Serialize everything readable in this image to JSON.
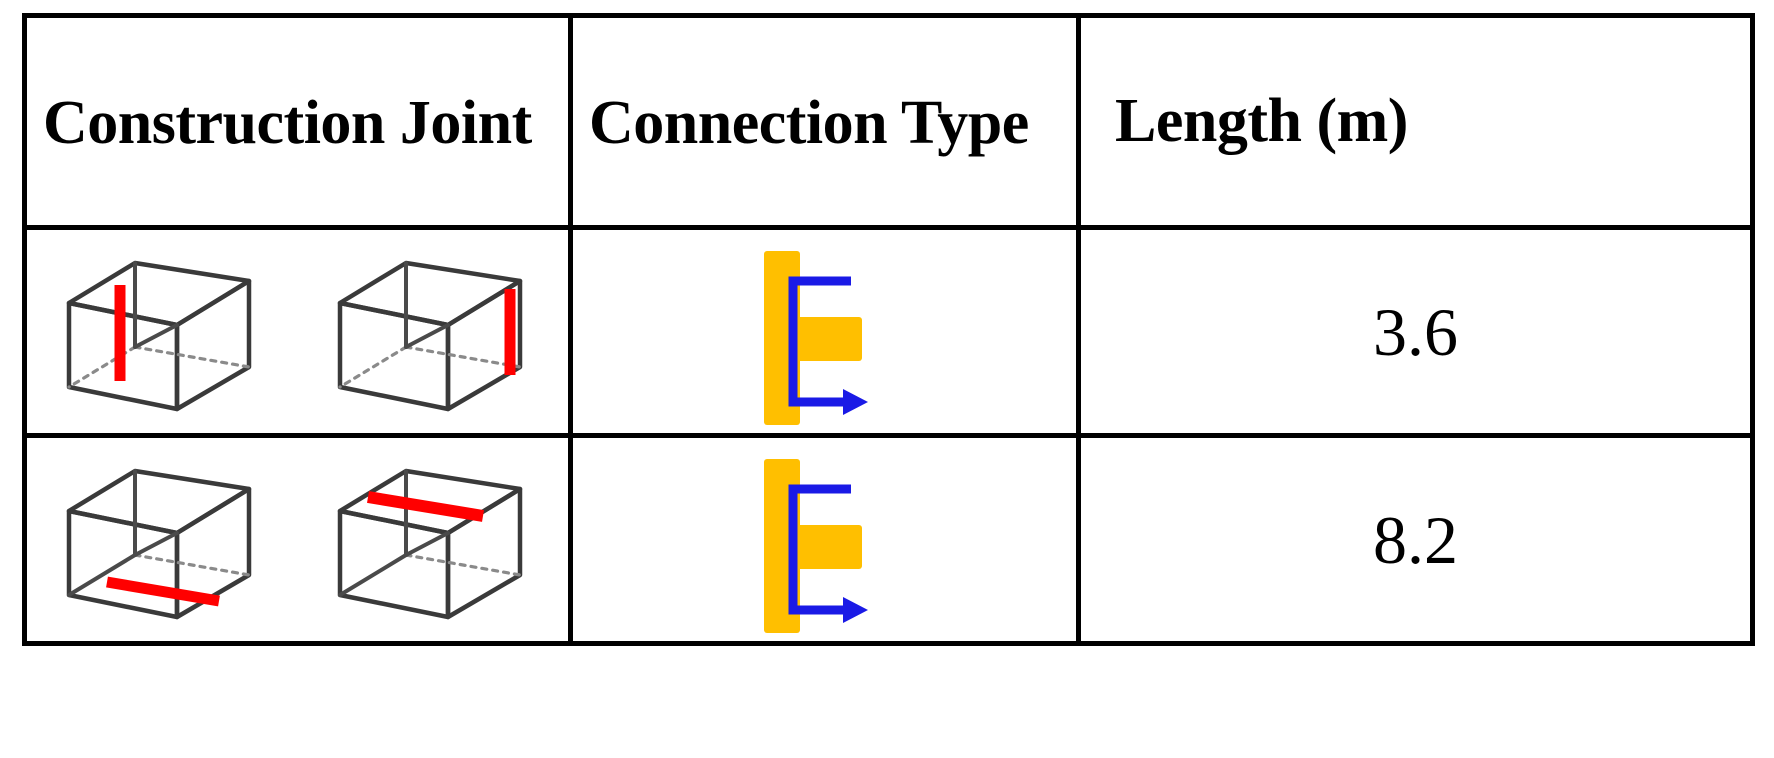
{
  "table": {
    "headers": [
      {
        "id": "construction-joint",
        "label": "Construction Joint"
      },
      {
        "id": "connection-type",
        "label": "Connection Type"
      },
      {
        "id": "length-m",
        "label": "Length (m)"
      }
    ],
    "rows": [
      {
        "id": "row-1",
        "joint": {
          "figure_left": {
            "icon": "wireframe-box-with-red-vertical-edge-left",
            "marker_orientation": "vertical",
            "marker_position": "front-left-vertical-edge",
            "marker_color": "#FF0000"
          },
          "figure_right": {
            "icon": "wireframe-box-with-red-vertical-edge-right",
            "marker_orientation": "vertical",
            "marker_position": "front-right-vertical-edge",
            "marker_color": "#FF0000"
          }
        },
        "connection": {
          "icon": "bracket-connection-symbol",
          "plate_color": "#FFBF00",
          "line_color": "#1A1AE6",
          "arrow": "right-arrow-bottom"
        },
        "length": "3.6"
      },
      {
        "id": "row-2",
        "joint": {
          "figure_left": {
            "icon": "wireframe-box-with-red-horizontal-edge-bottom",
            "marker_orientation": "horizontal",
            "marker_position": "bottom-face-diagonal",
            "marker_color": "#FF0000"
          },
          "figure_right": {
            "icon": "wireframe-box-with-red-horizontal-edge-top",
            "marker_orientation": "horizontal",
            "marker_position": "top-face-diagonal",
            "marker_color": "#FF0000"
          }
        },
        "connection": {
          "icon": "bracket-connection-symbol",
          "plate_color": "#FFBF00",
          "line_color": "#1A1AE6",
          "arrow": "right-arrow-bottom"
        },
        "length": "8.2"
      }
    ]
  },
  "colors": {
    "border": "#000000",
    "text": "#000000",
    "background": "#FFFFFF",
    "marker_red": "#FF0000",
    "plate_orange": "#FFBF00",
    "line_blue": "#1A1AE6",
    "wire_dark": "#3A3A3A",
    "wire_hidden": "#8A8A8A"
  }
}
